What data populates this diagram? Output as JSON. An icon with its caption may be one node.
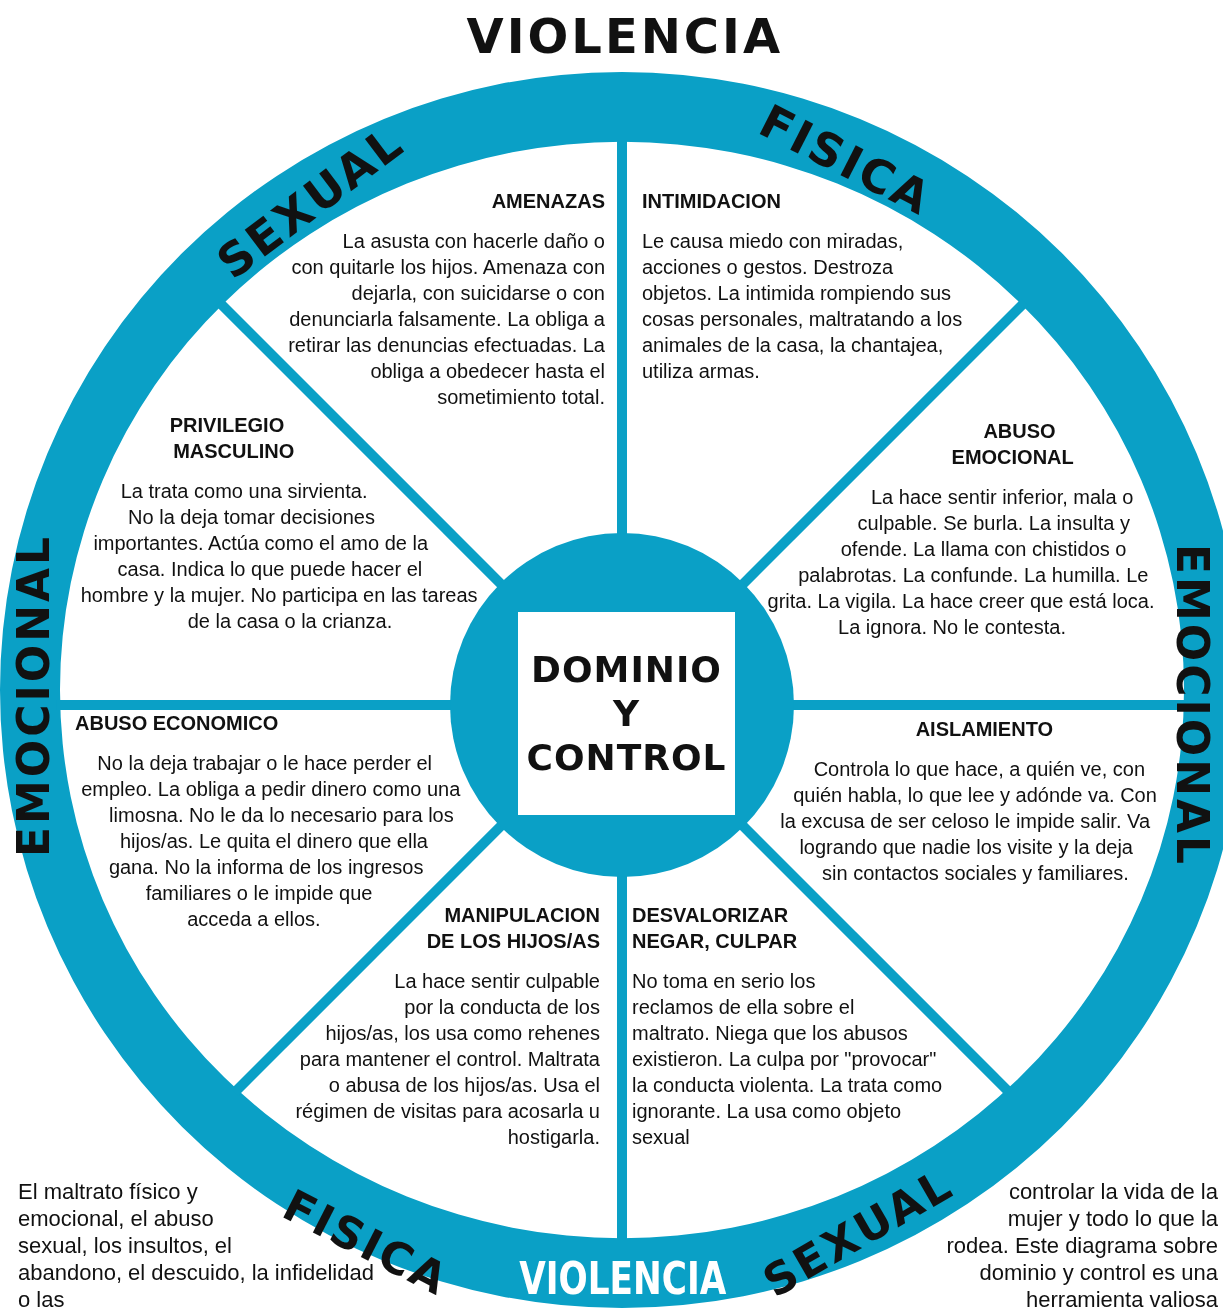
{
  "diagram": {
    "nodes": [
      {
        "text": [
          "AMENAZAS",
          "La asusta con hacerle daño o con quitarle los hijos. Amenaza con dejarla, con suicidarse o con denunciarla falsamente. La obliga a retirar las denuncias efectuadas. La obliga a obedecer hasta el sometimiento total."
        ]
      },
      {
        "text": [
          "INTIMIDACION",
          "Le causa miedo con miradas, acciones o gestos. Destroza objetos. La intimida rompiendo sus cosas personales, maltratando a los animales de la casa, la chantajea, utiliza armas."
        ]
      },
      {
        "text": [
          "PRIVILEGIO MASCULINO",
          "La trata como una sirvienta. No la deja tomar decisiones importantes. Actúa como el amo de la casa. Indica lo que puede hacer el hombre y la mujer. No participa en las tareas de la casa o la crianza."
        ]
      },
      {
        "text": [
          "ABUSO EMOCIONAL",
          "La hace sentir inferior, mala o culpable. Se burla. La insulta y ofende. La llama con chistidos o palabrotas. La confunde. La humilla. Le grita. La vigila. La hace creer que está loca. La ignora. No le contesta."
        ]
      },
      {
        "text": [
          "DOMINIO Y CONTROL"
        ]
      },
      {
        "text": [
          "ABUSO ECONOMICO",
          "No la deja trabajar o le hace perder el empleo. La obliga a pedir dinero como una limosna. No le da lo necesario para los hijos/as. Le quita el dinero que ella gana. No la informa de los ingresos familiares o le impide que acceda a ellos."
        ]
      },
      {
        "text": [
          "AISLAMIENTO",
          "Controla lo que hace, a quién ve, con quién habla, lo que lee y adónde va. Con la excusa de ser celoso le impide salir. Va logrando que nadie los visite y la deja sin contactos sociales y familiares."
        ]
      },
      {
        "text": [
          "MANIPULACION DE LOS HIJOS/AS",
          "La hace sentir culpable por la conducta de los hijos/as, los usa como rehenes para mantener el control. Maltrata o abusa de los hijos/as. Usa el régimen de visitas para acosarla u hostigarla."
        ]
      },
      {
        "text": [
          "DESVALORIZAR NEGAR, CULPAR",
          "No toma en serio los reclamos de ella sobre el maltrato. Niega que los abusos existieron. La culpa por \"provocar\" la conducta violenta. La trata como ignorante. La usa como objeto sexual"
        ]
      }
    ],
    "labels": [
      "VIOLENCIA",
      "SEXUAL",
      "FISICA",
      "EMOCIONAL",
      "EMOCIONAL",
      "El maltrato físico y emocional, el abuso sexual, los insultos, el abandono, el descuido, la infidelidad o las",
      "FISICA",
      "VIOLENCIA",
      "SEXUAL",
      "controlar la vida de la mujer y todo lo que la rodea. Este diagrama sobre dominio y control es una herramienta valiosa"
    ]
  }
}
